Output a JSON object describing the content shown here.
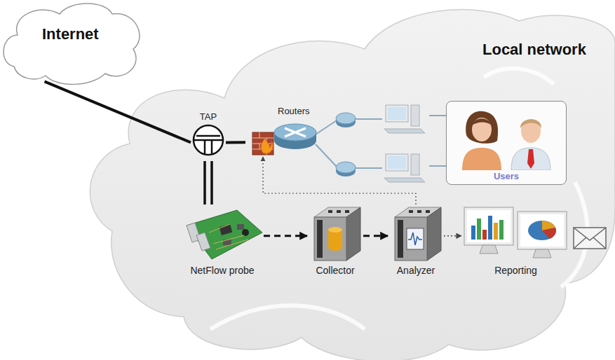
{
  "diagram": {
    "nodes": [
      {
        "text": [
          "Internet"
        ]
      },
      {
        "text": [
          "Local network"
        ]
      },
      {
        "text": [
          "TAP"
        ],
        "in": 1
      },
      {
        "text": [
          "Routers"
        ],
        "in": 1
      },
      {
        "text": [
          "Users"
        ],
        "in": 1
      },
      {
        "text": [
          "NetFlow probe"
        ],
        "in": 1
      },
      {
        "text": [
          "Collector"
        ],
        "in": 1
      },
      {
        "text": [
          "Analyzer"
        ],
        "in": 1
      },
      {
        "text": [
          "Reporting"
        ],
        "in": 1
      }
    ],
    "edges": [
      {
        "from": 0,
        "to": 2,
        "arrow": "none"
      },
      {
        "from": 2,
        "to": 3,
        "arrow": "none"
      },
      {
        "from": 2,
        "to": 5,
        "arrow": "none"
      },
      {
        "from": 5,
        "to": 6,
        "arrow": "to"
      },
      {
        "from": 6,
        "to": 7,
        "arrow": "to"
      },
      {
        "from": 7,
        "to": 8,
        "arrow": "to"
      },
      {
        "from": 7,
        "to": 3,
        "arrow": "to"
      }
    ]
  }
}
